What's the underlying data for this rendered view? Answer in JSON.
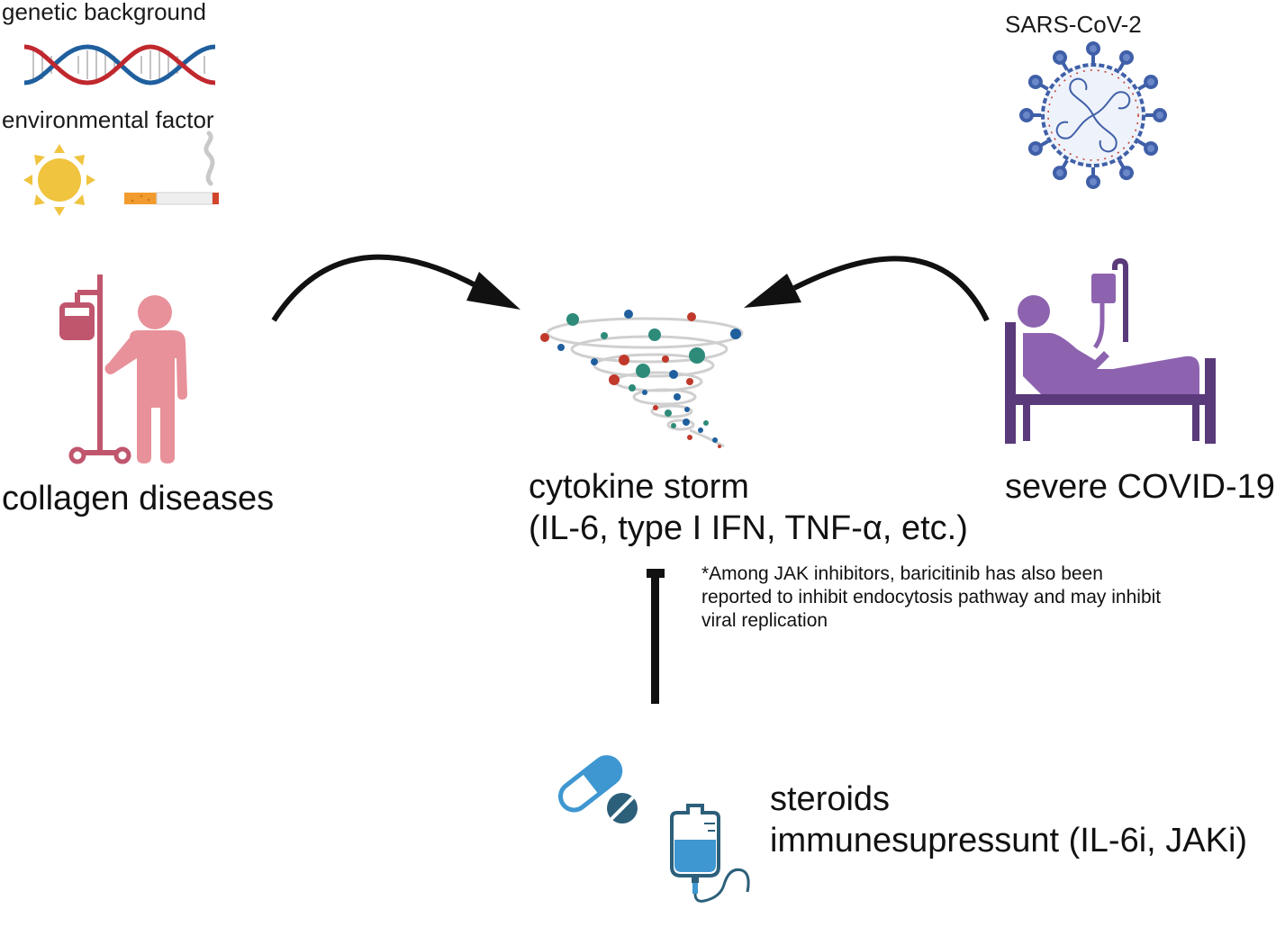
{
  "labels": {
    "genetic_background": "genetic background",
    "environmental_factor": "environmental factor",
    "sars_cov_2": "SARS-CoV-2",
    "collagen_diseases": "collagen diseases",
    "severe_covid": "severe COVID-19",
    "cytokine_storm_line1": "cytokine storm",
    "cytokine_storm_line2": "(IL-6, type I IFN, TNF-α, etc.)",
    "footnote_line1": "*Among JAK inhibitors, baricitinib has also been",
    "footnote_line2": "reported to inhibit endocytosis pathway and may inhibit",
    "footnote_line3": "viral replication",
    "treatment_line1": "steroids",
    "treatment_line2": "immunesupressunt (IL-6i, JAKi)"
  },
  "icons": {
    "dna": "dna-helix-icon",
    "sun": "sun-icon",
    "cigarette": "cigarette-icon",
    "virus": "virus-icon",
    "patient_iv": "patient-with-iv-icon",
    "patient_bed": "patient-in-bed-icon",
    "storm": "cytokine-storm-icon",
    "pill": "capsule-pill-icon",
    "iv_bag": "iv-bag-icon"
  },
  "colors": {
    "collagen_pink": "#e8919a",
    "iv_stand": "#c0566e",
    "covid_purple": "#8d63b0",
    "bed_dark": "#5a3a7a",
    "virus_blue": "#3f5fa8",
    "drug_blue": "#3e97d1",
    "drug_dark": "#2c5f7a",
    "sun_yellow": "#f0c43f"
  }
}
